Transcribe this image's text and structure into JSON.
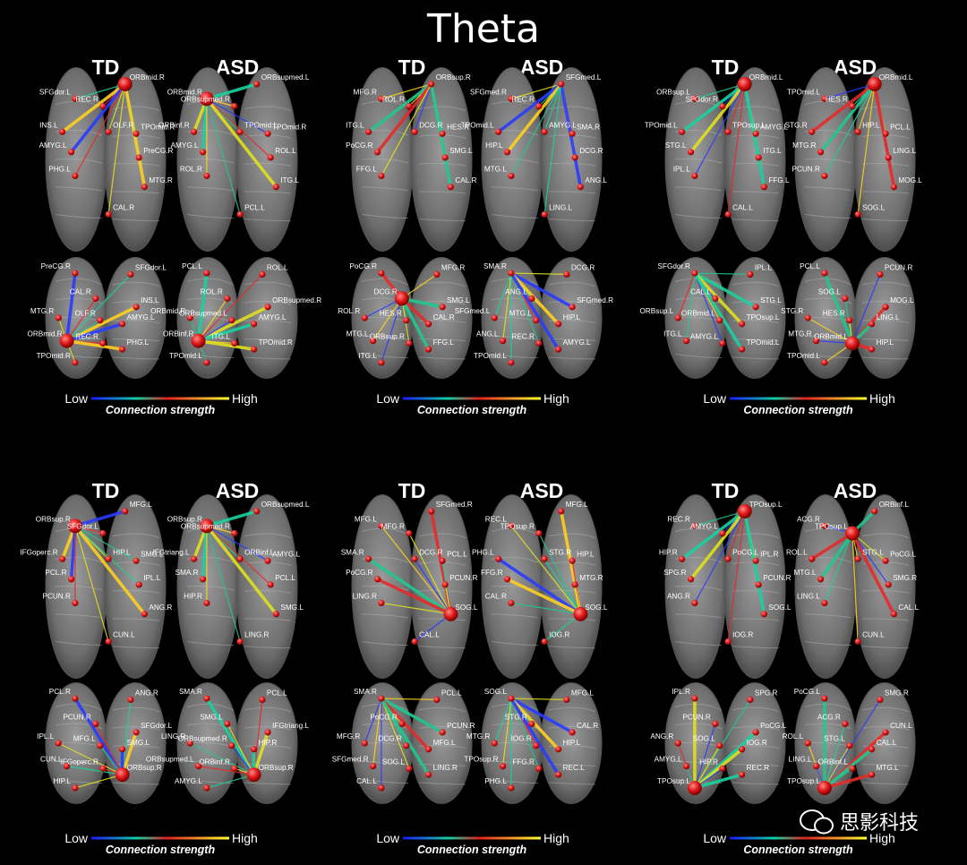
{
  "title": "Theta",
  "groups": [
    "TD",
    "ASD"
  ],
  "legend": {
    "low": "Low",
    "high": "High",
    "caption": "Connection strength"
  },
  "watermark": "思影科技",
  "panels": [
    {
      "id": "p1",
      "top": [
        {
          "n": "ORBmid.R",
          "s": "L"
        },
        {
          "n": "SFGdor.L"
        },
        {
          "n": "REC.R"
        },
        {
          "n": "INS.L"
        },
        {
          "n": "OLF.R"
        },
        {
          "n": "TPOmid.R"
        },
        {
          "n": "AMYG.L"
        },
        {
          "n": "PreCG.R"
        },
        {
          "n": "PHG.L"
        },
        {
          "n": "MTG.R"
        },
        {
          "n": "CAL.R"
        }
      ],
      "bot": [
        {
          "n": "PreCG.R"
        },
        {
          "n": "SFGdor.L"
        },
        {
          "n": "CAL.R"
        },
        {
          "n": "INS.L"
        },
        {
          "n": "MTG.R"
        },
        {
          "n": "OLF.R"
        },
        {
          "n": "AMYG.L"
        },
        {
          "n": "ORBmid.R",
          "s": "L"
        },
        {
          "n": "REC.R"
        },
        {
          "n": "PHG.L"
        },
        {
          "n": "TPOmid.R"
        }
      ]
    },
    {
      "id": "p2",
      "top": [
        {
          "n": "ORBsupmed.L"
        },
        {
          "n": "ORBmid.R",
          "s": "L"
        },
        {
          "n": "ORBsupmed.R"
        },
        {
          "n": "ORBinf.R"
        },
        {
          "n": "TPOmid.L"
        },
        {
          "n": "TPOmid.R"
        },
        {
          "n": "AMYG.L"
        },
        {
          "n": "ROL.L"
        },
        {
          "n": "ROL.R"
        },
        {
          "n": "ITG.L"
        },
        {
          "n": "PCL.L"
        }
      ],
      "bot": [
        {
          "n": "PCL.L"
        },
        {
          "n": "ROL.L"
        },
        {
          "n": "ROL.R"
        },
        {
          "n": "ORBsupmed.R"
        },
        {
          "n": "ORBmid.R"
        },
        {
          "n": "ORBsupmed.L"
        },
        {
          "n": "AMYG.L"
        },
        {
          "n": "ORBinf.R",
          "s": "L"
        },
        {
          "n": "ITG.L"
        },
        {
          "n": "TPOmid.R"
        },
        {
          "n": "TPOmid.L"
        }
      ]
    },
    {
      "id": "p3",
      "top": [
        {
          "n": "ORBsup.R"
        },
        {
          "n": "MFG.R"
        },
        {
          "n": "ROL.R"
        },
        {
          "n": "ITG.L"
        },
        {
          "n": "DCG.R"
        },
        {
          "n": "HES.R"
        },
        {
          "n": "PoCG.R"
        },
        {
          "n": "SMG.L"
        },
        {
          "n": "FFG.L"
        },
        {
          "n": "CAL.R"
        }
      ],
      "bot": [
        {
          "n": "PoCG.R"
        },
        {
          "n": "MFG.R"
        },
        {
          "n": "DCG.R",
          "s": "L"
        },
        {
          "n": "SMG.L"
        },
        {
          "n": "ROL.R"
        },
        {
          "n": "HES.R"
        },
        {
          "n": "CAL.R"
        },
        {
          "n": "MTG.L"
        },
        {
          "n": "ORBsup.R"
        },
        {
          "n": "FFG.L"
        },
        {
          "n": "ITG.L"
        }
      ]
    },
    {
      "id": "p4",
      "top": [
        {
          "n": "SFGmed.L"
        },
        {
          "n": "SFGmed.R"
        },
        {
          "n": "REC.R"
        },
        {
          "n": "TPOmid.L"
        },
        {
          "n": "AMYG.L"
        },
        {
          "n": "SMA.R"
        },
        {
          "n": "HIP.L"
        },
        {
          "n": "DCG.R"
        },
        {
          "n": "MTG.L"
        },
        {
          "n": "ANG.L"
        },
        {
          "n": "LING.L"
        }
      ],
      "bot": [
        {
          "n": "SMA.R"
        },
        {
          "n": "DCG.R"
        },
        {
          "n": "ANG.L"
        },
        {
          "n": "SFGmed.R"
        },
        {
          "n": "SFGmed.L"
        },
        {
          "n": "MTG.L"
        },
        {
          "n": "HIP.L"
        },
        {
          "n": "ANG.L"
        },
        {
          "n": "REC.R"
        },
        {
          "n": "AMYG.L"
        },
        {
          "n": "TPOmid.L"
        }
      ]
    },
    {
      "id": "p5",
      "top": [
        {
          "n": "ORBmid.L",
          "s": "L"
        },
        {
          "n": "ORBsup.L"
        },
        {
          "n": "SFGdor.R"
        },
        {
          "n": "TPOmid.L"
        },
        {
          "n": "TPOsup.L"
        },
        {
          "n": "AMYG.L"
        },
        {
          "n": "STG.L"
        },
        {
          "n": "ITG.L"
        },
        {
          "n": "IPL.L"
        },
        {
          "n": "FFG.L"
        },
        {
          "n": "CAL.L"
        }
      ],
      "bot": [
        {
          "n": "SFGdor.R"
        },
        {
          "n": "IPL.L"
        },
        {
          "n": "CAL.L"
        },
        {
          "n": "STG.L"
        },
        {
          "n": "ORBsup.L"
        },
        {
          "n": "ORBmid.L"
        },
        {
          "n": "TPOsup.L"
        },
        {
          "n": "ITG.L"
        },
        {
          "n": "AMYG.L"
        },
        {
          "n": "TPOmid.L"
        }
      ]
    },
    {
      "id": "p6",
      "top": [
        {
          "n": "ORBmid.L",
          "s": "L"
        },
        {
          "n": "TPOmid.L"
        },
        {
          "n": "HES.R"
        },
        {
          "n": "STG.R"
        },
        {
          "n": "HIP.L"
        },
        {
          "n": "PCL.L"
        },
        {
          "n": "MTG.R"
        },
        {
          "n": "LING.L"
        },
        {
          "n": "PCUN.R"
        },
        {
          "n": "MOG.L"
        },
        {
          "n": "SOG.L"
        }
      ],
      "bot": [
        {
          "n": "PCL.L"
        },
        {
          "n": "PCUN.R"
        },
        {
          "n": "SOG.L"
        },
        {
          "n": "MOG.L"
        },
        {
          "n": "STG.R"
        },
        {
          "n": "HES.R"
        },
        {
          "n": "LING.L"
        },
        {
          "n": "MTG.R"
        },
        {
          "n": "ORBmid.L",
          "s": "L"
        },
        {
          "n": "HIP.L"
        },
        {
          "n": "TPOmid.L"
        }
      ]
    },
    {
      "id": "p7",
      "top": [
        {
          "n": "MFG.L"
        },
        {
          "n": "ORBsup.R",
          "s": "L"
        },
        {
          "n": "SFGdor.L"
        },
        {
          "n": "IFGoperc.R"
        },
        {
          "n": "HIP.L"
        },
        {
          "n": "SMG.L"
        },
        {
          "n": "PCL.R"
        },
        {
          "n": "IPL.L"
        },
        {
          "n": "PCUN.R"
        },
        {
          "n": "ANG.R"
        },
        {
          "n": "CUN.L"
        }
      ],
      "bot": [
        {
          "n": "PCL.R"
        },
        {
          "n": "ANG.R"
        },
        {
          "n": "PCUN.R"
        },
        {
          "n": "SFGdor.L"
        },
        {
          "n": "IPL.L"
        },
        {
          "n": "MFG.L"
        },
        {
          "n": "SMG.L"
        },
        {
          "n": "CUN.L"
        },
        {
          "n": "IFGoperc.R"
        },
        {
          "n": "ORBsup.R",
          "s": "L"
        },
        {
          "n": "HIP.L"
        }
      ]
    },
    {
      "id": "p8",
      "top": [
        {
          "n": "ORBsupmed.L"
        },
        {
          "n": "ORBsup.R",
          "s": "L"
        },
        {
          "n": "ORBsupmed.R"
        },
        {
          "n": "IFGtriang.L"
        },
        {
          "n": "ORBinf.L"
        },
        {
          "n": "AMYG.L"
        },
        {
          "n": "SMA.R"
        },
        {
          "n": "PCL.L"
        },
        {
          "n": "HIP.R"
        },
        {
          "n": "SMG.L"
        },
        {
          "n": "LING.R"
        }
      ],
      "bot": [
        {
          "n": "SMA.R"
        },
        {
          "n": "PCL.L"
        },
        {
          "n": "SMG.L"
        },
        {
          "n": "IFGtriang.L"
        },
        {
          "n": "LING.R"
        },
        {
          "n": "ORBsupmed.R"
        },
        {
          "n": "HIP.R"
        },
        {
          "n": "ORBsupmed.L"
        },
        {
          "n": "ORBinf.R"
        },
        {
          "n": "ORBsup.R",
          "s": "L"
        },
        {
          "n": "AMYG.L"
        }
      ]
    },
    {
      "id": "p9",
      "top": [
        {
          "n": "SFGmed.R"
        },
        {
          "n": "MFG.L"
        },
        {
          "n": "MFG.R"
        },
        {
          "n": "SMA.R"
        },
        {
          "n": "DCG.R"
        },
        {
          "n": "PCL.L"
        },
        {
          "n": "PoCG.R"
        },
        {
          "n": "PCUN.R"
        },
        {
          "n": "LING.R"
        },
        {
          "n": "SOG.L",
          "s": "L"
        },
        {
          "n": "CAL.L"
        }
      ],
      "bot": [
        {
          "n": "SMA.R"
        },
        {
          "n": "PCL.L"
        },
        {
          "n": "PoCG.R"
        },
        {
          "n": "PCUN.R"
        },
        {
          "n": "MFG.R"
        },
        {
          "n": "DCG.R"
        },
        {
          "n": "MFG.L"
        },
        {
          "n": "SFGmed.R"
        },
        {
          "n": "SOG.L"
        },
        {
          "n": "LING.R"
        },
        {
          "n": "CAL.L"
        }
      ]
    },
    {
      "id": "p10",
      "top": [
        {
          "n": "MFG.L"
        },
        {
          "n": "REC.L"
        },
        {
          "n": "TPOsup.R"
        },
        {
          "n": "PHG.L"
        },
        {
          "n": "STG.R"
        },
        {
          "n": "HIP.L"
        },
        {
          "n": "FFG.R"
        },
        {
          "n": "MTG.R"
        },
        {
          "n": "CAL.R"
        },
        {
          "n": "SOG.L",
          "s": "L"
        },
        {
          "n": "IOG.R"
        }
      ],
      "bot": [
        {
          "n": "SOG.L"
        },
        {
          "n": "MFG.L"
        },
        {
          "n": "STG.R"
        },
        {
          "n": "CAL.R"
        },
        {
          "n": "MTG.R"
        },
        {
          "n": "IOG.R"
        },
        {
          "n": "HIP.L"
        },
        {
          "n": "TPOsup.R"
        },
        {
          "n": "FFG.R"
        },
        {
          "n": "REC.L"
        },
        {
          "n": "PHG.L"
        }
      ]
    },
    {
      "id": "p11",
      "top": [
        {
          "n": "TPOsup.L",
          "s": "L"
        },
        {
          "n": "REC.R"
        },
        {
          "n": "AMYG.L"
        },
        {
          "n": "HIP.R"
        },
        {
          "n": "PoCG.L"
        },
        {
          "n": "IPL.R"
        },
        {
          "n": "SPG.R"
        },
        {
          "n": "PCUN.R"
        },
        {
          "n": "ANG.R"
        },
        {
          "n": "SOG.L"
        },
        {
          "n": "IOG.R"
        }
      ],
      "bot": [
        {
          "n": "IPL.R"
        },
        {
          "n": "SPG.R"
        },
        {
          "n": "PCUN.R"
        },
        {
          "n": "PoCG.L"
        },
        {
          "n": "ANG.R"
        },
        {
          "n": "SOG.L"
        },
        {
          "n": "IOG.R"
        },
        {
          "n": "AMYG.L"
        },
        {
          "n": "HIP.R"
        },
        {
          "n": "REC.R"
        },
        {
          "n": "TPOsup.L",
          "s": "L"
        }
      ]
    },
    {
      "id": "p12",
      "top": [
        {
          "n": "ORBinf.L"
        },
        {
          "n": "ACG.R"
        },
        {
          "n": "TPOsup.L",
          "s": "L"
        },
        {
          "n": "ROL.L"
        },
        {
          "n": "STG.L"
        },
        {
          "n": "PoCG.L"
        },
        {
          "n": "MTG.L"
        },
        {
          "n": "SMG.R"
        },
        {
          "n": "LING.L"
        },
        {
          "n": "CAL.L"
        },
        {
          "n": "CUN.L"
        }
      ],
      "bot": [
        {
          "n": "PoCG.L"
        },
        {
          "n": "SMG.R"
        },
        {
          "n": "ACG.R"
        },
        {
          "n": "CUN.L"
        },
        {
          "n": "ROL.L"
        },
        {
          "n": "STG.L"
        },
        {
          "n": "CAL.L"
        },
        {
          "n": "LING.L"
        },
        {
          "n": "ORBinf.L"
        },
        {
          "n": "MTG.L"
        },
        {
          "n": "TPOsup.L",
          "s": "L"
        }
      ]
    }
  ]
}
